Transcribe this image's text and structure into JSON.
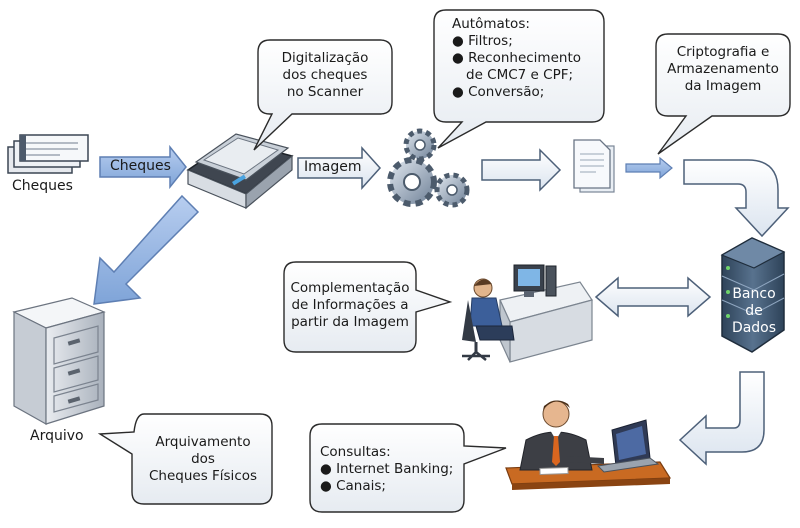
{
  "labels": {
    "cheques_stack": "Cheques",
    "cheques_arrow": "Cheques",
    "imagem_arrow": "Imagem",
    "arquivo": "Arquivo"
  },
  "bubbles": {
    "digitalizacao": [
      "Digitalização",
      "dos cheques",
      "no Scanner"
    ],
    "automatos_title": "Autômatos:",
    "automatos_items": [
      "Filtros;",
      "Reconhecimento",
      "de CMC7 e CPF;",
      "Conversão;"
    ],
    "criptografia": [
      "Criptografia e",
      "Armazenamento",
      "da Imagem"
    ],
    "complementacao": [
      "Complementação",
      "de Informações a",
      "partir da Imagem"
    ],
    "arquivamento": [
      "Arquivamento",
      "dos",
      "Cheques Físicos"
    ],
    "consultas_title": "Consultas:",
    "consultas_items": [
      "Internet Banking;",
      "Canais;"
    ]
  },
  "database": [
    "Banco",
    "de",
    "Dados"
  ],
  "colors": {
    "arrow_fill": "#e8eff8",
    "arrow_stroke": "#4d6079",
    "blue_arrow": "#8fb2e0",
    "bubble_fill": "#f4f6f9",
    "bubble_stroke": "#2b2b2b",
    "db_fill": "#3f5770"
  }
}
